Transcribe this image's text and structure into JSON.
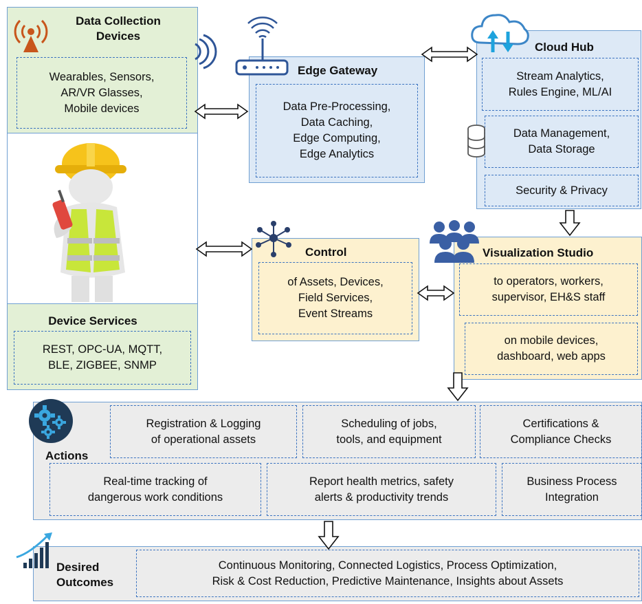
{
  "data_collection": {
    "title": "Data Collection\nDevices",
    "devices": "Wearables, Sensors,\nAR/VR Glasses,\nMobile devices"
  },
  "device_services": {
    "title": "Device Services",
    "protocols": "REST, OPC-UA, MQTT,\nBLE, ZIGBEE, SNMP"
  },
  "edge_gateway": {
    "title": "Edge Gateway",
    "functions": "Data Pre-Processing,\nData Caching,\nEdge Computing,\nEdge Analytics"
  },
  "cloud_hub": {
    "title": "Cloud Hub",
    "analytics": "Stream Analytics,\nRules Engine, ML/AI",
    "data": "Data Management,\nData Storage",
    "security": "Security & Privacy"
  },
  "control": {
    "title": "Control",
    "items": "of Assets, Devices,\nField Services,\nEvent Streams"
  },
  "visualization": {
    "title": "Visualization Studio",
    "audience": "to operators, workers,\nsupervisor, EH&S staff",
    "channels": "on mobile devices,\ndashboard, web apps"
  },
  "actions": {
    "title": "Actions",
    "items": [
      "Registration & Logging\nof operational assets",
      "Scheduling of jobs,\ntools, and equipment",
      "Certifications &\nCompliance Checks",
      "Real-time tracking of\ndangerous work conditions",
      "Report health metrics, safety\nalerts & productivity trends",
      "Business Process\nIntegration"
    ]
  },
  "outcomes": {
    "title": "Desired\nOutcomes",
    "text": "Continuous Monitoring, Connected Logistics, Process Optimization,\nRisk & Cost Reduction, Predictive Maintenance, Insights about Assets"
  },
  "colors": {
    "panel_border": "#6f9fd2",
    "dashed_border": "#3b73c0",
    "green_fill": "#e3f0d6",
    "blue_fill": "#dde9f6",
    "yellow_fill": "#fdf1cf",
    "gray_fill": "#ececec",
    "icon_blue": "#2e5597",
    "signal_orange": "#c8561c"
  }
}
